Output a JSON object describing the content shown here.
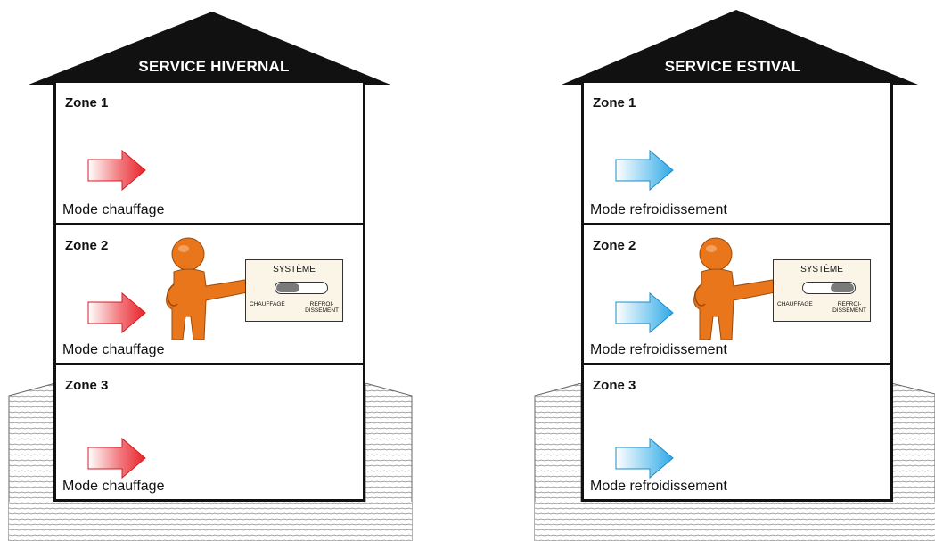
{
  "colors": {
    "heat_arrow": "#e8232b",
    "cool_arrow": "#2ea8e6",
    "figure": "#e9761a",
    "roof": "#111111"
  },
  "panels": [
    {
      "title": "SERVICE HIVERNAL",
      "mode": "heating",
      "zones": [
        {
          "label": "Zone 1",
          "mode_text": "Mode chauffage"
        },
        {
          "label": "Zone 2",
          "mode_text": "Mode chauffage"
        },
        {
          "label": "Zone 3",
          "mode_text": "Mode chauffage"
        }
      ],
      "switch": {
        "title": "SYSTÈME",
        "left_label": "CHAUFFAGE",
        "right_label_line1": "REFROI-",
        "right_label_line2": "DISSEMENT",
        "selected": "CHAUFFAGE"
      }
    },
    {
      "title": "SERVICE ESTIVAL",
      "mode": "cooling",
      "zones": [
        {
          "label": "Zone 1",
          "mode_text": "Mode refroidissement"
        },
        {
          "label": "Zone 2",
          "mode_text": "Mode refroidissement"
        },
        {
          "label": "Zone 3",
          "mode_text": "Mode refroidissement"
        }
      ],
      "switch": {
        "title": "SYSTÈME",
        "left_label": "CHAUFFAGE",
        "right_label_line1": "REFROI-",
        "right_label_line2": "DISSEMENT",
        "selected": "REFROIDISSEMENT"
      }
    }
  ]
}
